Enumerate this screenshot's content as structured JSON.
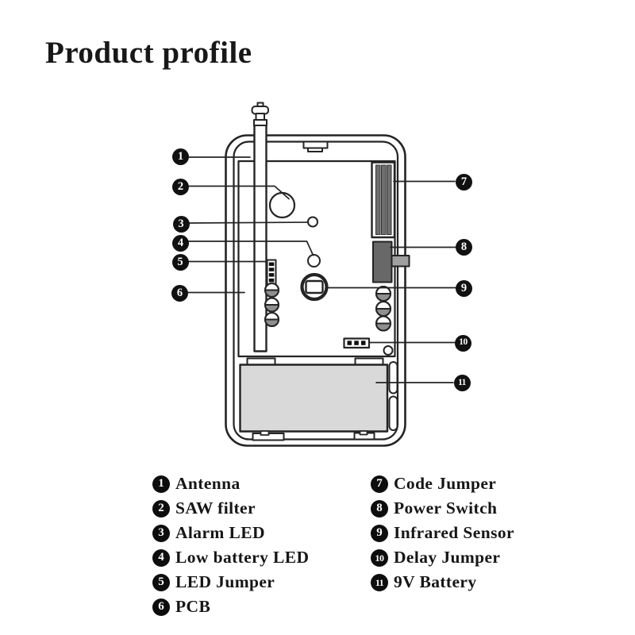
{
  "title": "Product profile",
  "legend": {
    "left": [
      {
        "num": "1",
        "label": "Antenna"
      },
      {
        "num": "2",
        "label": "SAW filter"
      },
      {
        "num": "3",
        "label": "Alarm LED"
      },
      {
        "num": "4",
        "label": "Low battery LED"
      },
      {
        "num": "5",
        "label": "LED Jumper"
      },
      {
        "num": "6",
        "label": "PCB"
      }
    ],
    "right": [
      {
        "num": "7",
        "label": "Code Jumper"
      },
      {
        "num": "8",
        "label": "Power Switch"
      },
      {
        "num": "9",
        "label": "Infrared Sensor"
      },
      {
        "num": "10",
        "label": "Delay Jumper"
      },
      {
        "num": "11",
        "label": "9V Battery"
      }
    ]
  },
  "colors": {
    "line": "#242424",
    "battery_fill": "#d9d9d9",
    "switch_fill": "#686868",
    "switch_tab_fill": "#a0a0a0",
    "jumper_stripe": "#6f6f6f",
    "capacitor_fill": "#8f8f8f",
    "badge_bg": "#111111",
    "badge_text": "#ffffff"
  }
}
